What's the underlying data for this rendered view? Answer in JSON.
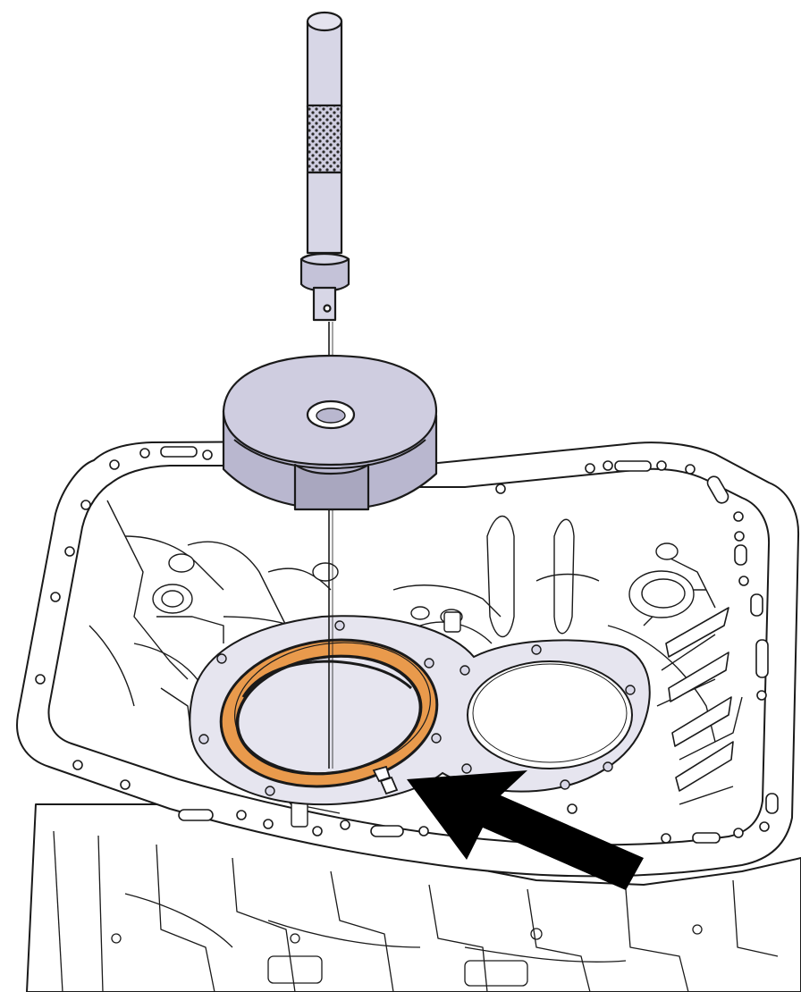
{
  "illustration": {
    "parts": [
      {
        "name": "driver-handle"
      },
      {
        "name": "seal-installer-adapter"
      },
      {
        "name": "transmission-housing"
      },
      {
        "name": "bearing-retainer-plate"
      },
      {
        "name": "oil-seal"
      },
      {
        "name": "seal-lip-notch"
      },
      {
        "name": "direction-arrow"
      }
    ]
  },
  "colors": {
    "outline": "#1a1a1a",
    "tool_fill": "#c9c7da",
    "tool_fill_light": "#dcdbe8",
    "tool_shadow": "#a9a7bf",
    "plate_fill": "#e6e5ef",
    "seal_fill": "#e99a4c",
    "arrow_fill": "#000000",
    "housing_fill": "#ffffff"
  }
}
